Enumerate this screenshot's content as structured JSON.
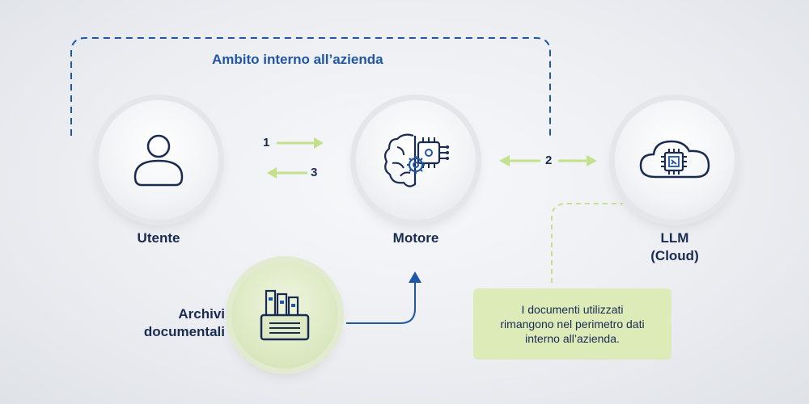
{
  "scope": {
    "title": "Ambito interno all’azienda"
  },
  "nodes": {
    "user": {
      "label": "Utente",
      "icon": "user-icon"
    },
    "engine": {
      "label": "Motore",
      "icon": "brain-chip-icon"
    },
    "llm": {
      "label_line1": "LLM",
      "label_line2": "(Cloud)",
      "icon": "cloud-chip-icon"
    },
    "archives": {
      "label_line1": "Archivi",
      "label_line2": "documentali",
      "icon": "archive-folders-icon"
    }
  },
  "arrows": {
    "step1": "1",
    "step2": "2",
    "step3": "3"
  },
  "note": {
    "text": "I documenti utilizzati rimangono nel perimetro dati interno all’azienda."
  },
  "colors": {
    "navy": "#1a2b52",
    "blue": "#1f56a8",
    "green_arrow": "#c5e08c",
    "note_bg": "#dcebb8"
  }
}
